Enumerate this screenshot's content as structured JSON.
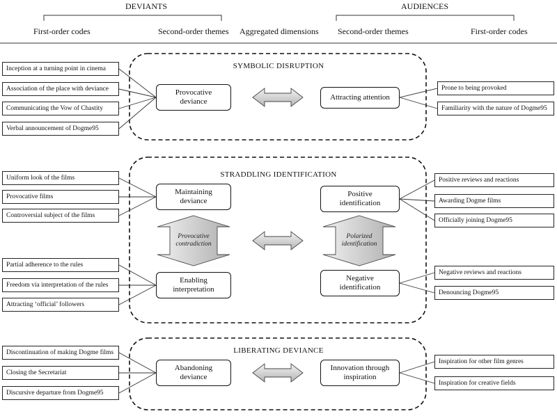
{
  "header": {
    "deviants": "DEVIANTS",
    "audiences": "AUDIENCES",
    "col_first_order_left": "First-order codes",
    "col_second_order_left": "Second-order themes",
    "col_aggregated": "Aggregated dimensions",
    "col_second_order_right": "Second-order themes",
    "col_first_order_right": "First-order codes"
  },
  "dimensions": [
    {
      "title": "SYMBOLIC DISRUPTION",
      "left_theme": "Provocative deviance",
      "right_theme": "Attracting attention",
      "left_codes": [
        "Inception at a turning point in cinema",
        "Association of the place with deviance",
        "Communicating the Vow of Chastity",
        "Verbal announcement of Dogme95"
      ],
      "right_codes": [
        "Prone to being provoked",
        "Familiarity with the nature of Dogme95"
      ]
    },
    {
      "title": "STRADDLING IDENTIFICATION",
      "left_theme_top": "Maintaining deviance",
      "left_theme_bottom": "Enabling interpretation",
      "right_theme_top": "Positive identification",
      "right_theme_bottom": "Negative identification",
      "left_mechanism": "Provocative contradiction",
      "right_mechanism": "Polarized identification",
      "left_codes_top": [
        "Uniform look of the films",
        "Provocative films",
        "Controversial subject of the films"
      ],
      "left_codes_bottom": [
        "Partial adherence to the rules",
        "Freedom via interpretation of the rules",
        "Attracting ‘official’ followers"
      ],
      "right_codes_top": [
        "Positive reviews and reactions",
        "Awarding Dogme films",
        "Officially joining Dogme95"
      ],
      "right_codes_bottom": [
        "Negative reviews and reactions",
        "Denouncing Dogme95"
      ]
    },
    {
      "title": "LIBERATING DEVIANCE",
      "left_theme": "Abandoning deviance",
      "right_theme": "Innovation through inspiration",
      "left_codes": [
        "Discontinuation of making Dogme films",
        "Closing the Secretariat",
        "Discursive departure from Dogme95"
      ],
      "right_codes": [
        "Inspiration for other film genres",
        "Inspiration for creative fields"
      ]
    }
  ]
}
